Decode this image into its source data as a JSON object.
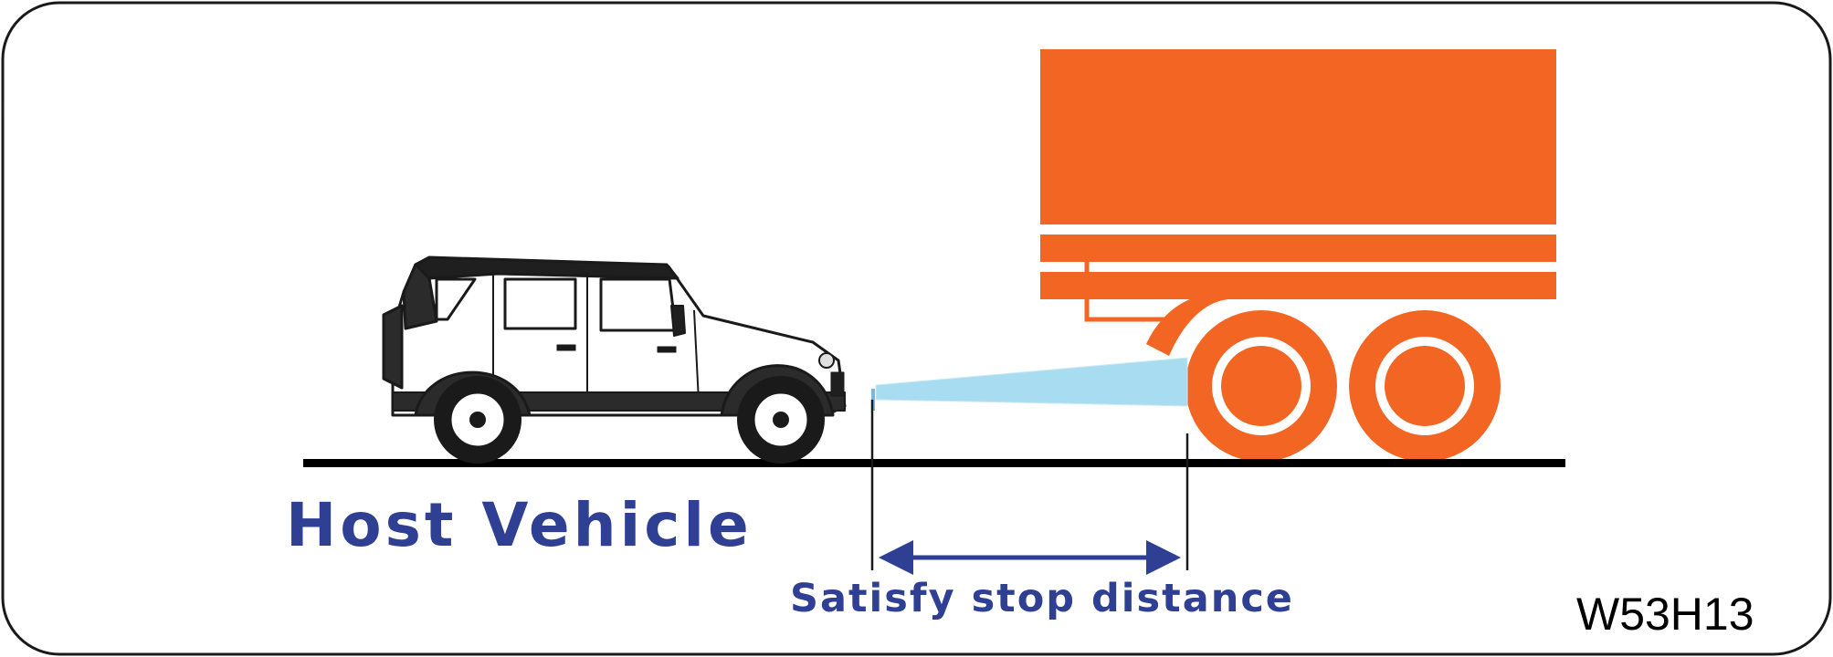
{
  "labels": {
    "host_vehicle": "Host Vehicle",
    "stop_distance": "Satisfy stop distance",
    "figure_code": "W53H13"
  },
  "colors": {
    "truck": "#f26522",
    "sensor_beam": "#a8dcf0",
    "arrow_text": "#2e3f94",
    "road": "#000000"
  },
  "icons": {
    "host_vehicle": "suv-side-view-icon",
    "target_vehicle": "truck-side-view-icon"
  }
}
